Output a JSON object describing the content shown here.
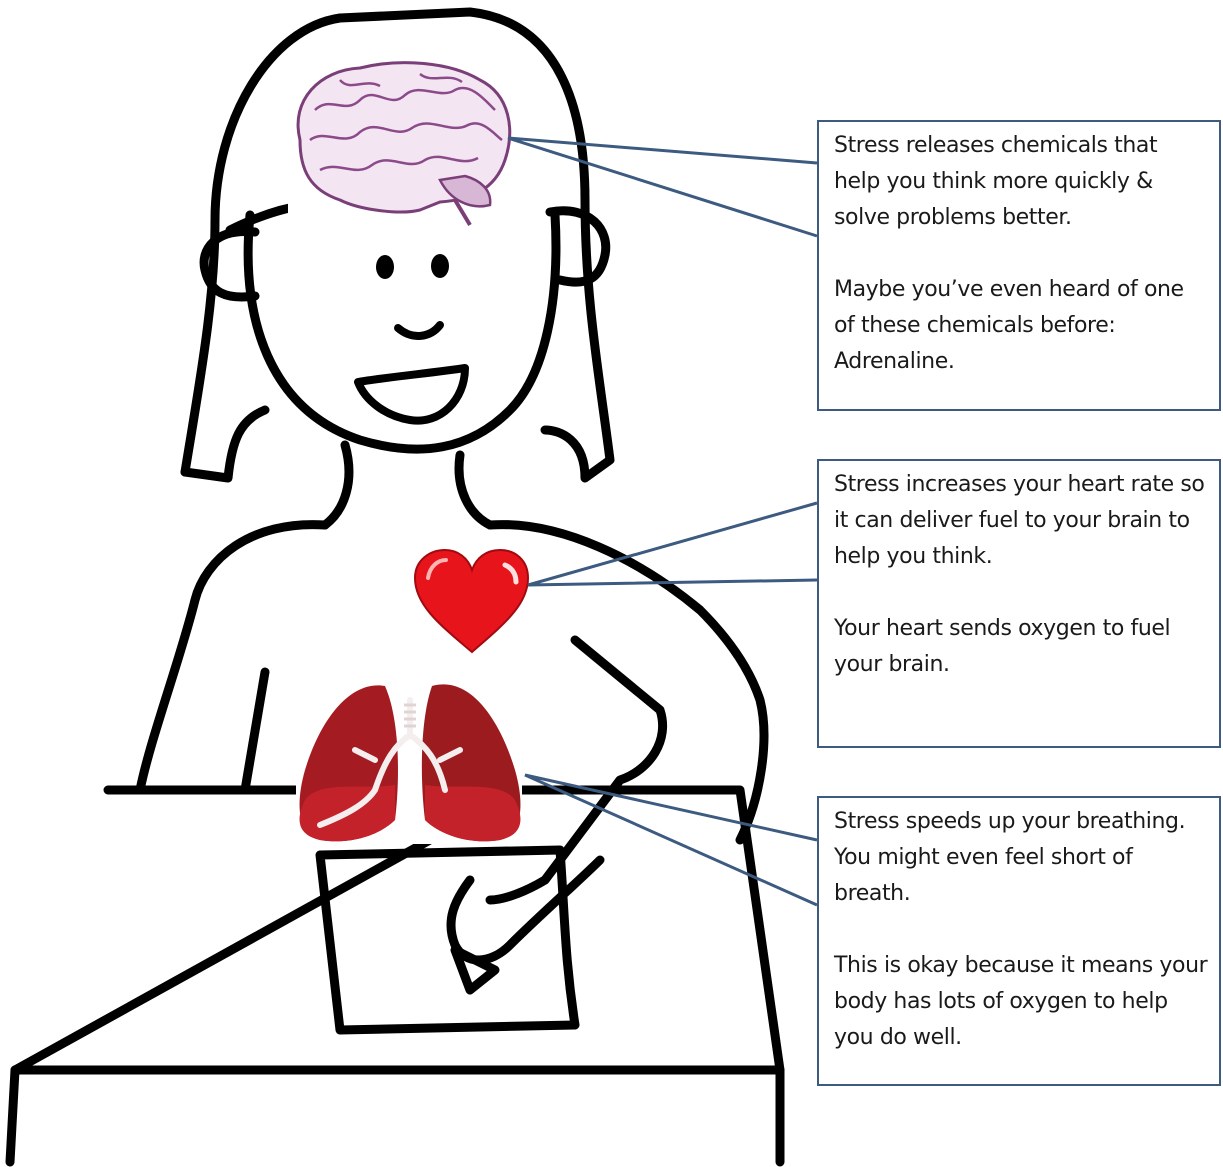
{
  "callouts": {
    "brain": {
      "p1": "Stress releases chemicals that help you think more quickly & solve problems better.",
      "p2": "Maybe you’ve even heard of one of these chemicals before: Adrenaline."
    },
    "heart": {
      "p1": "Stress increases your heart rate so it can deliver fuel to your brain to help you think.",
      "p2": "Your heart sends oxygen to fuel your brain."
    },
    "lungs": {
      "p1": "Stress speeds up your breathing. You might even feel short of breath.",
      "p2": "This is okay because it means your body has lots of oxygen to help you do well."
    }
  },
  "colors": {
    "callout_border": "#3d5a80",
    "outline": "#000000",
    "brain": "#c9a4c8",
    "heart": "#e8141c",
    "lungs": "#9b1b1f"
  },
  "icons": [
    "student-figure",
    "brain-icon",
    "heart-icon",
    "lungs-icon"
  ]
}
